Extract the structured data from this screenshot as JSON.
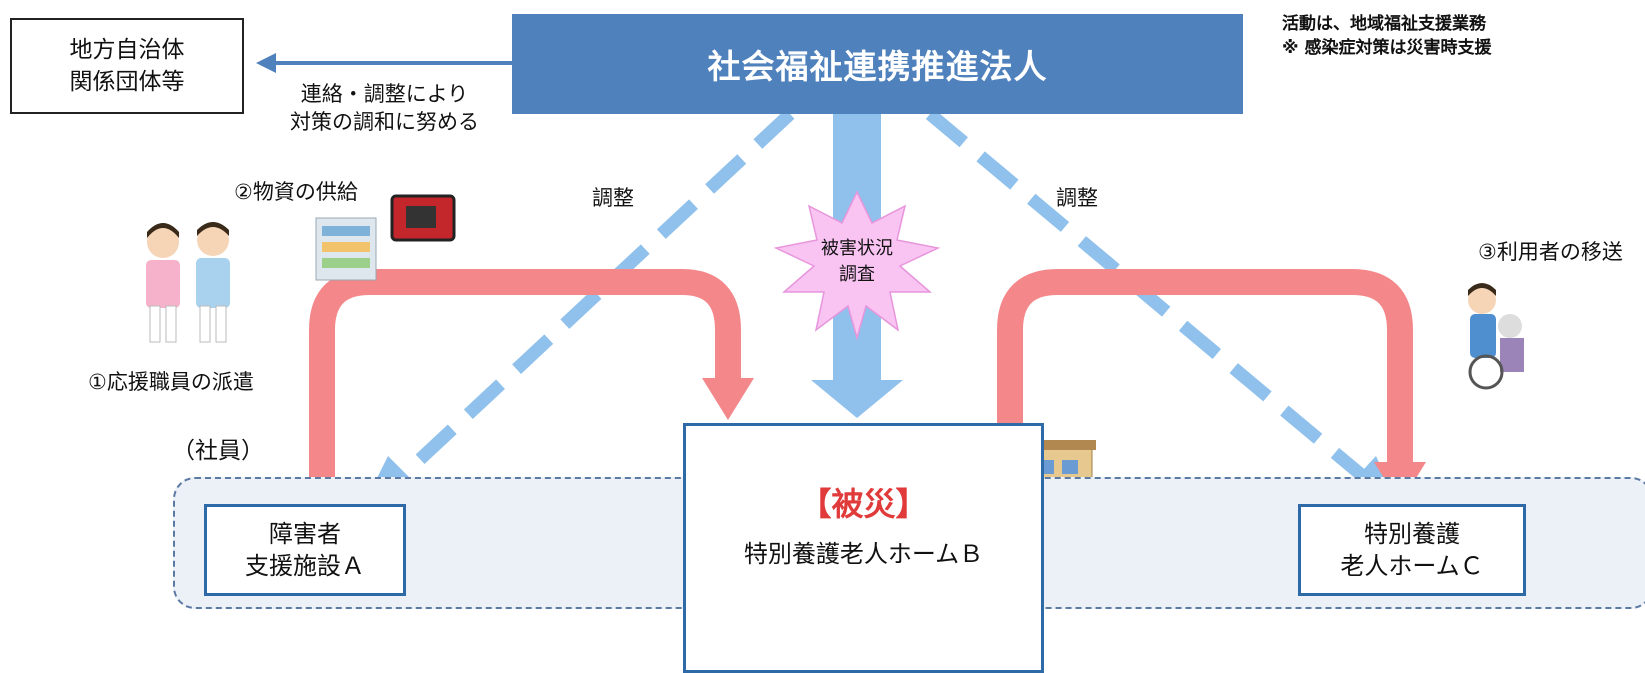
{
  "hub": {
    "title": "社会福祉連携推進法人"
  },
  "government": {
    "line1": "地方自治体",
    "line2": "関係団体等"
  },
  "government_link": {
    "line1": "連絡・調整により",
    "line2": "対策の調和に努める"
  },
  "coordination_left": "調整",
  "coordination_right": "調整",
  "damage_survey": {
    "line1": "被害状況",
    "line2": "調査"
  },
  "supply": "②物資の供給",
  "staff_dispatch": "①応援職員の派遣",
  "user_transfer": "③利用者の移送",
  "employees": "（社員）",
  "facility_a": {
    "line1": "障害者",
    "line2": "支援施設Ａ"
  },
  "facility_b": {
    "status": "【被災】",
    "name": "特別養護老人ホームＢ"
  },
  "facility_c": {
    "line1": "特別養護",
    "line2": "老人ホームＣ"
  },
  "note": {
    "line1": "活動は、地域福祉支援業務",
    "line2": "※  感染症対策は災害時支援"
  },
  "colors": {
    "hub": "#4f81bd",
    "support_arrow": "#f4878a",
    "coordination_arrow": "#8fc1ec",
    "facility_border": "#2e6aa8",
    "disaster_text": "#e03a3a",
    "burst": "#f9c3f2"
  },
  "icons": [
    "nurse-illustration",
    "staff-illustration",
    "supply-shelf-illustration",
    "generator-illustration",
    "nursing-home-building-illustration",
    "caregiver-wheelchair-illustration"
  ]
}
